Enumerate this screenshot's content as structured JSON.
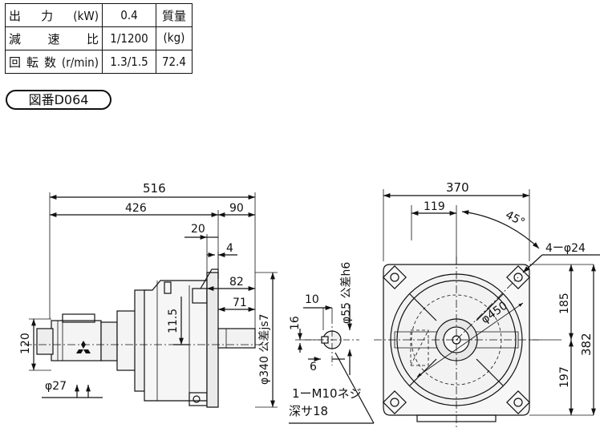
{
  "spec_table": {
    "output_label": "出力(kW)",
    "output_value": "0.4",
    "reduction_label": "減速比",
    "reduction_value": "1/1200",
    "speed_label": "回転数(r/min)",
    "speed_value": "1.3/1.5",
    "mass_label": "質量",
    "mass_unit": "(kg)",
    "mass_value": "72.4"
  },
  "drawing_number": "図番D064",
  "side_view": {
    "overall_length": "516",
    "body_length": "426",
    "shaft_projection": "90",
    "dim_20": "20",
    "dim_4": "4",
    "dim_82": "82",
    "dim_71": "71",
    "dim_11_5": "11.5",
    "motor_height": "120",
    "motor_dia": "φ27",
    "flange_pilot": "φ340 公差js7",
    "shaft_dia": "φ55 公差h6"
  },
  "shaft_end": {
    "dim_10": "10",
    "dim_16": "16",
    "dim_6": "6",
    "tap_note_line1": "1ーM10ネジ",
    "tap_note_line2": "深サ18"
  },
  "front_view": {
    "width": "370",
    "offset_119": "119",
    "angle": "45°",
    "holes": "4ーφ24",
    "pcd": "φ450",
    "upper_185": "185",
    "lower_197": "197",
    "height": "382"
  }
}
